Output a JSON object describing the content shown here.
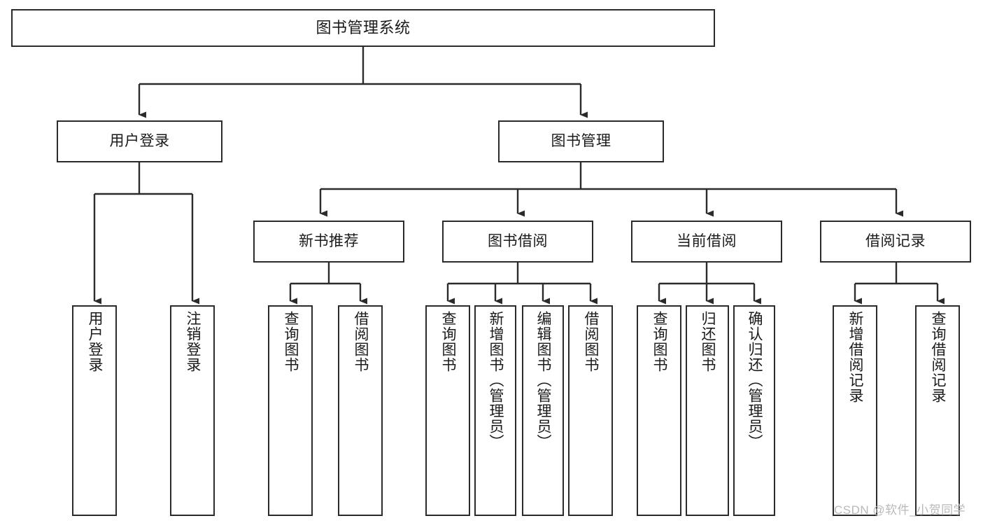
{
  "diagram": {
    "title": "图书管理系统",
    "type": "tree-structure-chart",
    "line_color": "#2b2b2b",
    "box_fill": "#ffffff",
    "text_color": "#1a1a1a"
  },
  "root": {
    "label": "图书管理系统"
  },
  "level1": [
    {
      "label": "用户登录"
    },
    {
      "label": "图书管理"
    }
  ],
  "level2": [
    {
      "label": "新书推荐"
    },
    {
      "label": "图书借阅"
    },
    {
      "label": "当前借阅"
    },
    {
      "label": "借阅记录"
    }
  ],
  "leaves": {
    "user_login": [
      {
        "label": "用户登录"
      },
      {
        "label": "注销登录"
      }
    ],
    "new_book_recommend": [
      {
        "label": "查询图书"
      },
      {
        "label": "借阅图书"
      }
    ],
    "book_borrow": [
      {
        "label": "查询图书"
      },
      {
        "label": "新增图书（管理员）"
      },
      {
        "label": "编辑图书（管理员）"
      },
      {
        "label": "借阅图书"
      }
    ],
    "current_borrow": [
      {
        "label": "查询图书"
      },
      {
        "label": "归还图书"
      },
      {
        "label": "确认归还（管理员）"
      }
    ],
    "borrow_record": [
      {
        "label": "新增借阅记录"
      },
      {
        "label": "查询借阅记录"
      }
    ]
  },
  "watermark": {
    "text": "CSDN @软件_小贺同学"
  }
}
